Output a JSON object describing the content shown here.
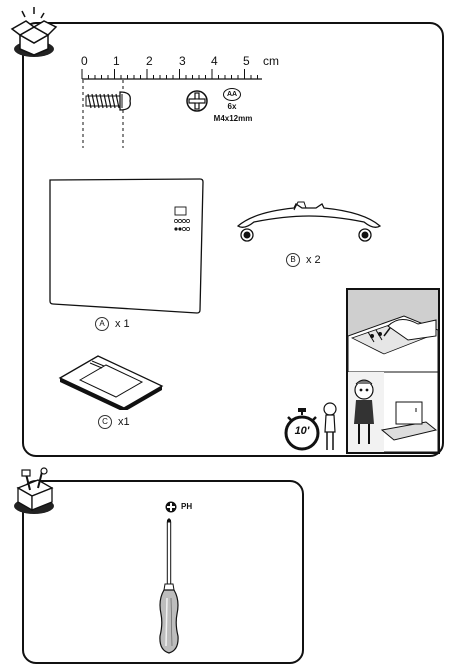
{
  "ruler": {
    "ticks": [
      "0",
      "1",
      "2",
      "3",
      "4",
      "5"
    ],
    "unit": "cm"
  },
  "screw": {
    "badge": "AA",
    "quantity": "6x",
    "size": "M4x12mm"
  },
  "parts": {
    "a_letter": "A",
    "a_qty": "x 1",
    "b_letter": "B",
    "b_qty": "x 2",
    "c_letter": "C",
    "c_qty": "x1"
  },
  "timer": {
    "label": "10'"
  },
  "tool": {
    "type_label": "PH"
  }
}
